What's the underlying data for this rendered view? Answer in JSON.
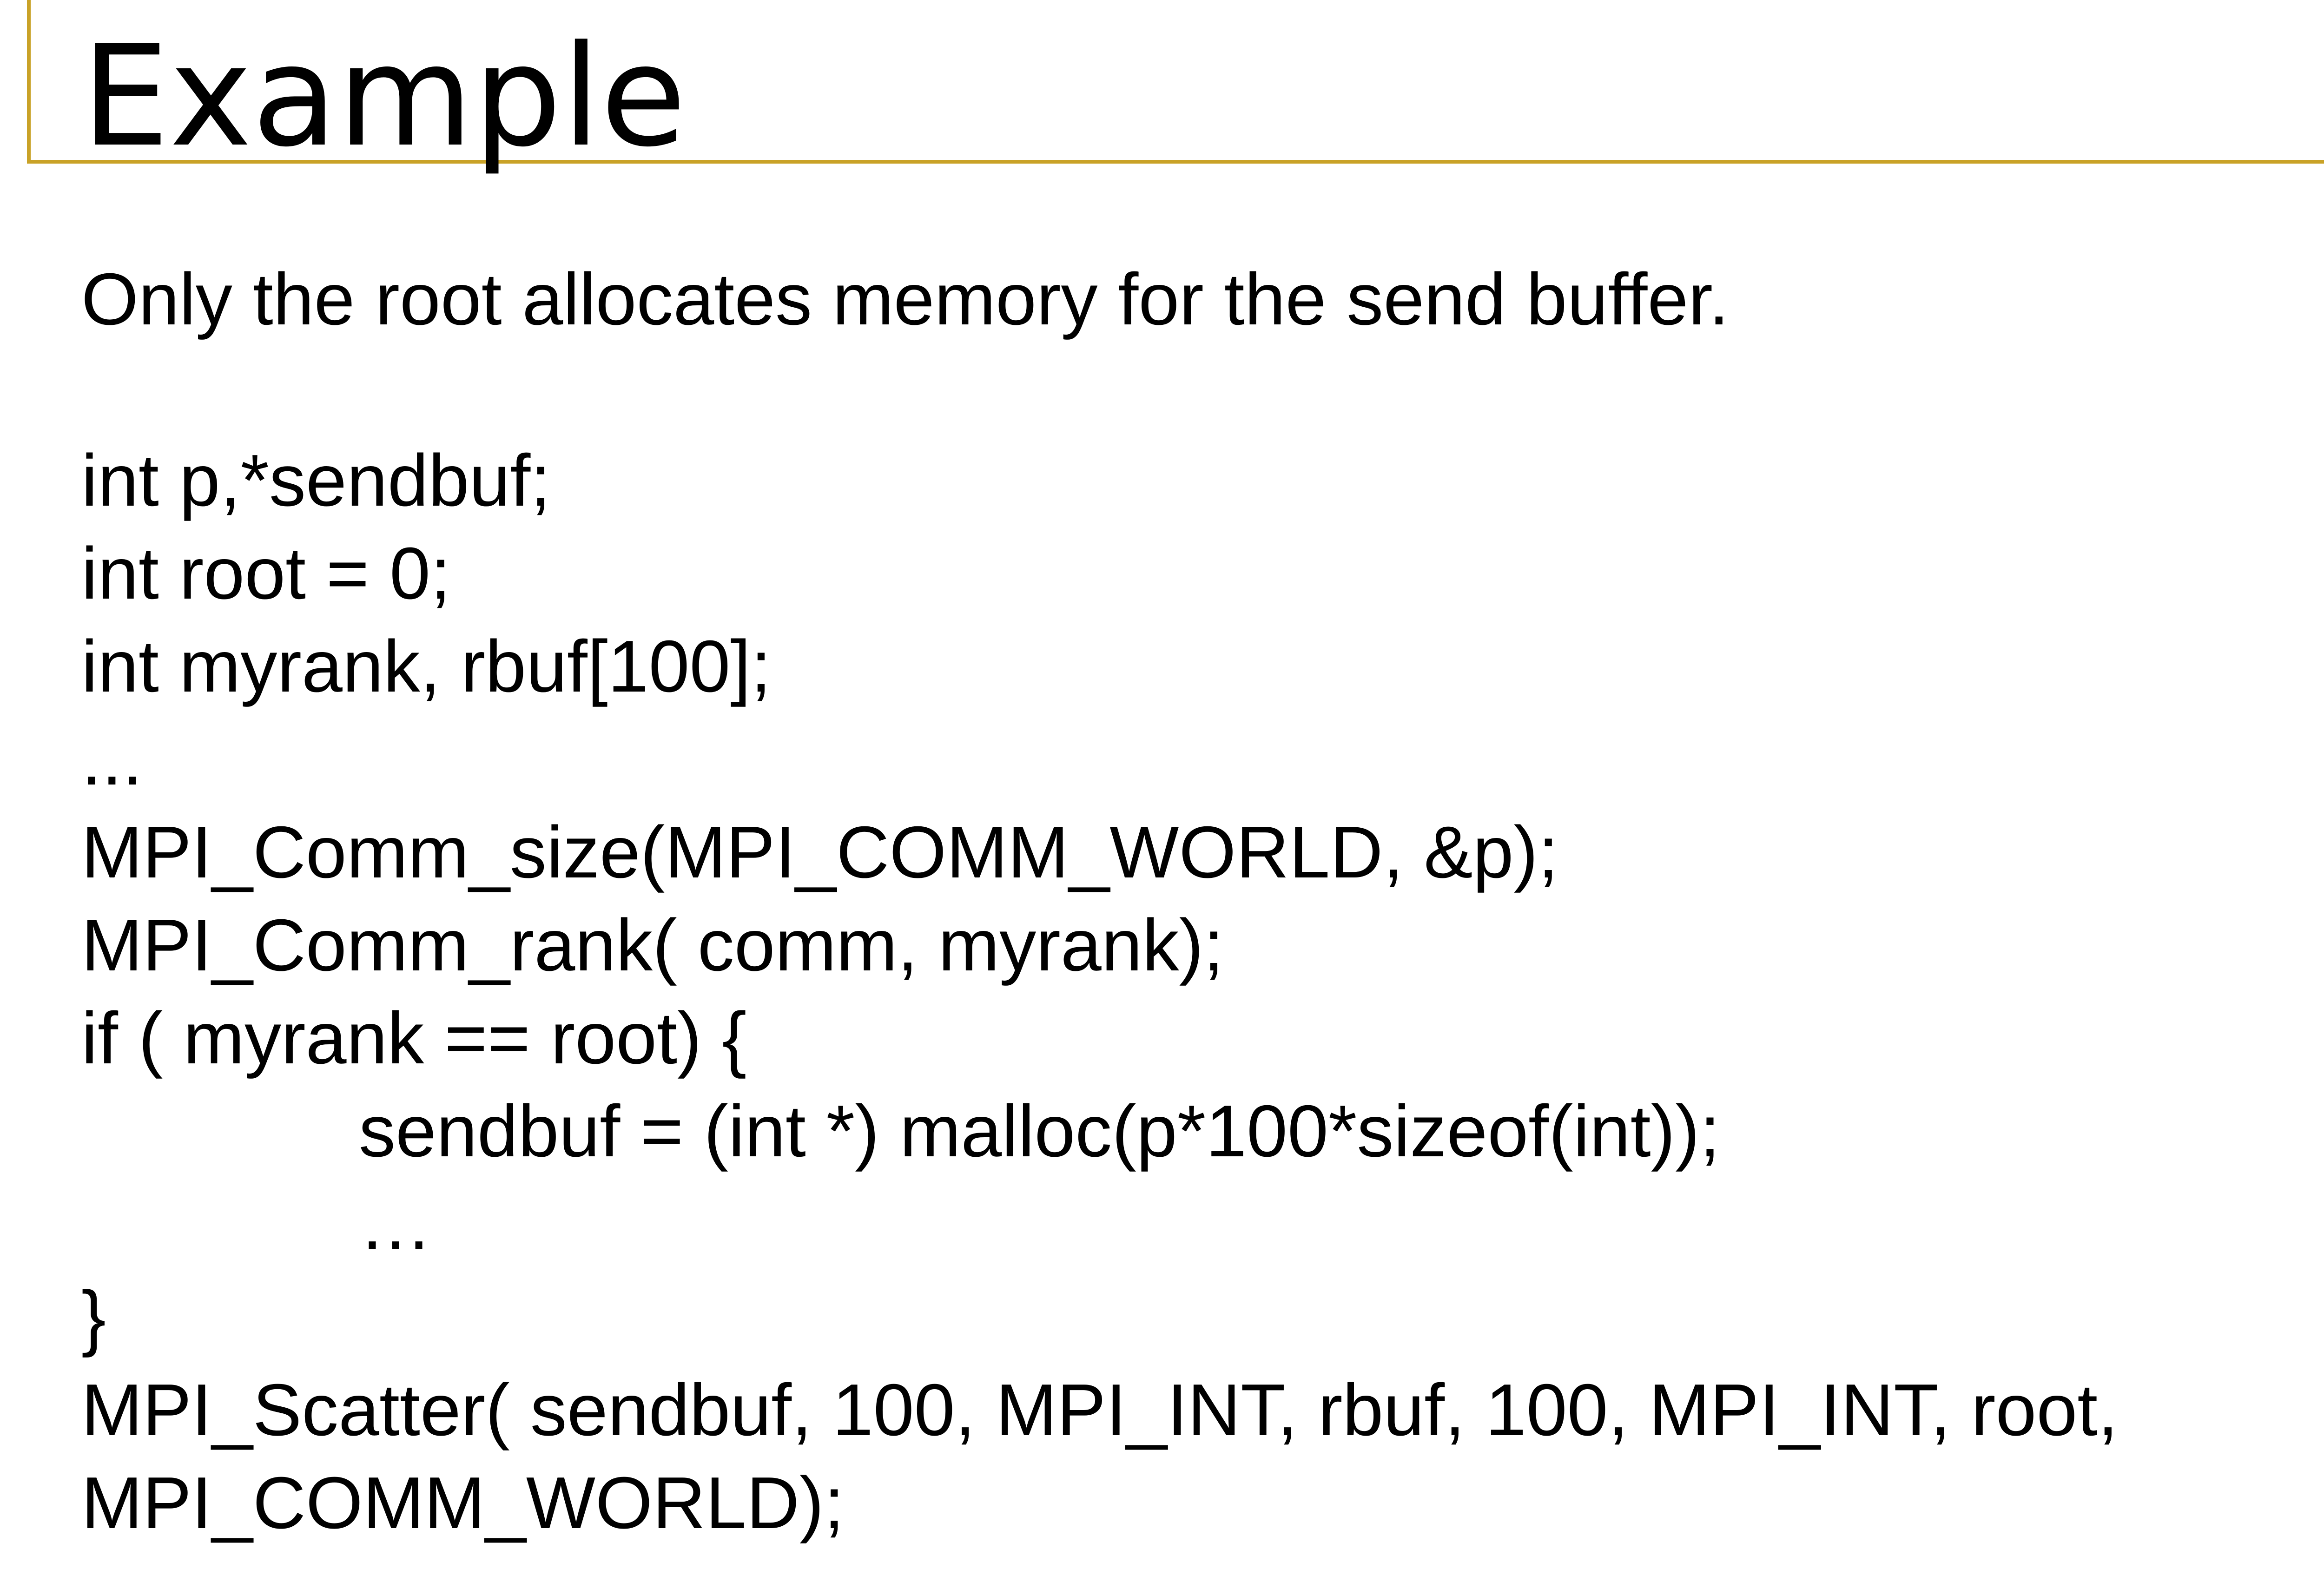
{
  "slide": {
    "title": "Example",
    "intro": "Only the root allocates memory for the send buffer.",
    "code_lines": [
      "int p,*sendbuf;",
      "int root = 0;",
      "int myrank, rbuf[100];",
      "...",
      "MPI_Comm_size(MPI_COMM_WORLD, &p);",
      "MPI_Comm_rank( comm, myrank);",
      "if ( myrank == root) {",
      "sendbuf = (int *) malloc(p*100*sizeof(int));",
      "…",
      "}",
      "MPI_Scatter( sendbuf, 100, MPI_INT, rbuf, 100, MPI_INT, root,",
      "MPI_COMM_WORLD);"
    ],
    "accent_color": "#c9a227"
  }
}
